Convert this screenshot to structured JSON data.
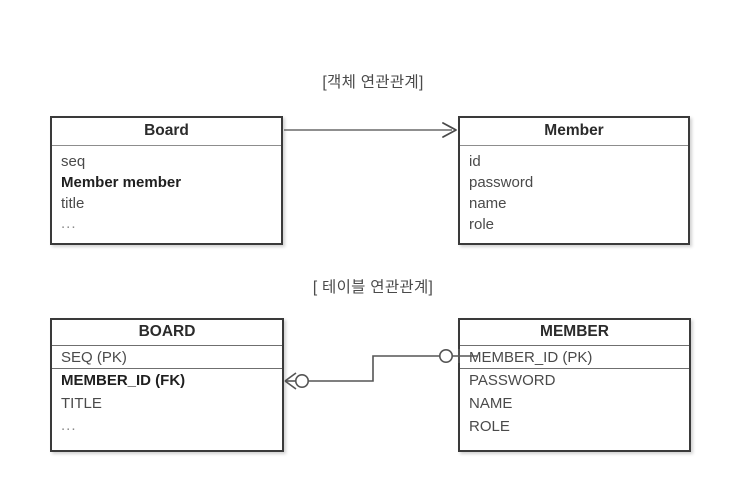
{
  "diagram": {
    "sections": [
      {
        "title": "[객체 연관관계]",
        "kind": "object-model",
        "relation": {
          "type": "association-arrow",
          "from": "Board",
          "to": "Member",
          "notation": "open-arrow"
        },
        "entities": [
          {
            "name": "Board",
            "fields": [
              {
                "text": "seq",
                "bold": false
              },
              {
                "text": "Member member",
                "bold": true
              },
              {
                "text": "title",
                "bold": false
              },
              {
                "text": "...",
                "bold": false
              }
            ]
          },
          {
            "name": "Member",
            "fields": [
              {
                "text": "id",
                "bold": false
              },
              {
                "text": "password",
                "bold": false
              },
              {
                "text": "name",
                "bold": false
              },
              {
                "text": "role",
                "bold": false
              }
            ]
          }
        ]
      },
      {
        "title": "[ 테이블 연관관계]",
        "kind": "table-model",
        "relation": {
          "type": "crows-foot",
          "from": "BOARD",
          "to": "MEMBER",
          "from_cardinality": "zero-or-many",
          "to_cardinality": "zero-or-one"
        },
        "entities": [
          {
            "name": "BOARD",
            "fields": [
              {
                "text": "SEQ (PK)",
                "bold": false,
                "separator": true
              },
              {
                "text": "MEMBER_ID (FK)",
                "bold": true,
                "separator": false
              },
              {
                "text": "TITLE",
                "bold": false,
                "separator": false
              },
              {
                "text": "...",
                "bold": false,
                "separator": false
              }
            ]
          },
          {
            "name": "MEMBER",
            "fields": [
              {
                "text": "MEMBER_ID (PK)",
                "bold": false,
                "separator": true
              },
              {
                "text": "PASSWORD",
                "bold": false,
                "separator": false
              },
              {
                "text": "NAME",
                "bold": false,
                "separator": false
              },
              {
                "text": "ROLE",
                "bold": false,
                "separator": false
              }
            ]
          }
        ]
      }
    ],
    "colors": {
      "background": "#ffffff",
      "box_border": "#3a3a3a",
      "inner_line": "#6f6f6f",
      "text": "#4a4a4a",
      "heading_text": "#2b2b2b",
      "connector": "#555555"
    }
  }
}
